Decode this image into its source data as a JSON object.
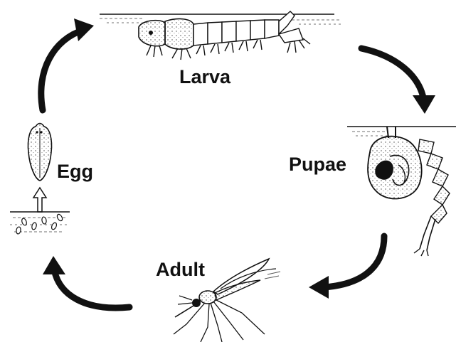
{
  "stages": {
    "larva": "Larva",
    "pupae": "Pupae",
    "adult": "Adult",
    "egg": "Egg"
  },
  "icons": [
    "larva-illustration",
    "pupa-illustration",
    "adult-mosquito-illustration",
    "egg-illustration",
    "cycle-arrow"
  ],
  "colors": {
    "ink": "#111111",
    "background": "#ffffff"
  }
}
